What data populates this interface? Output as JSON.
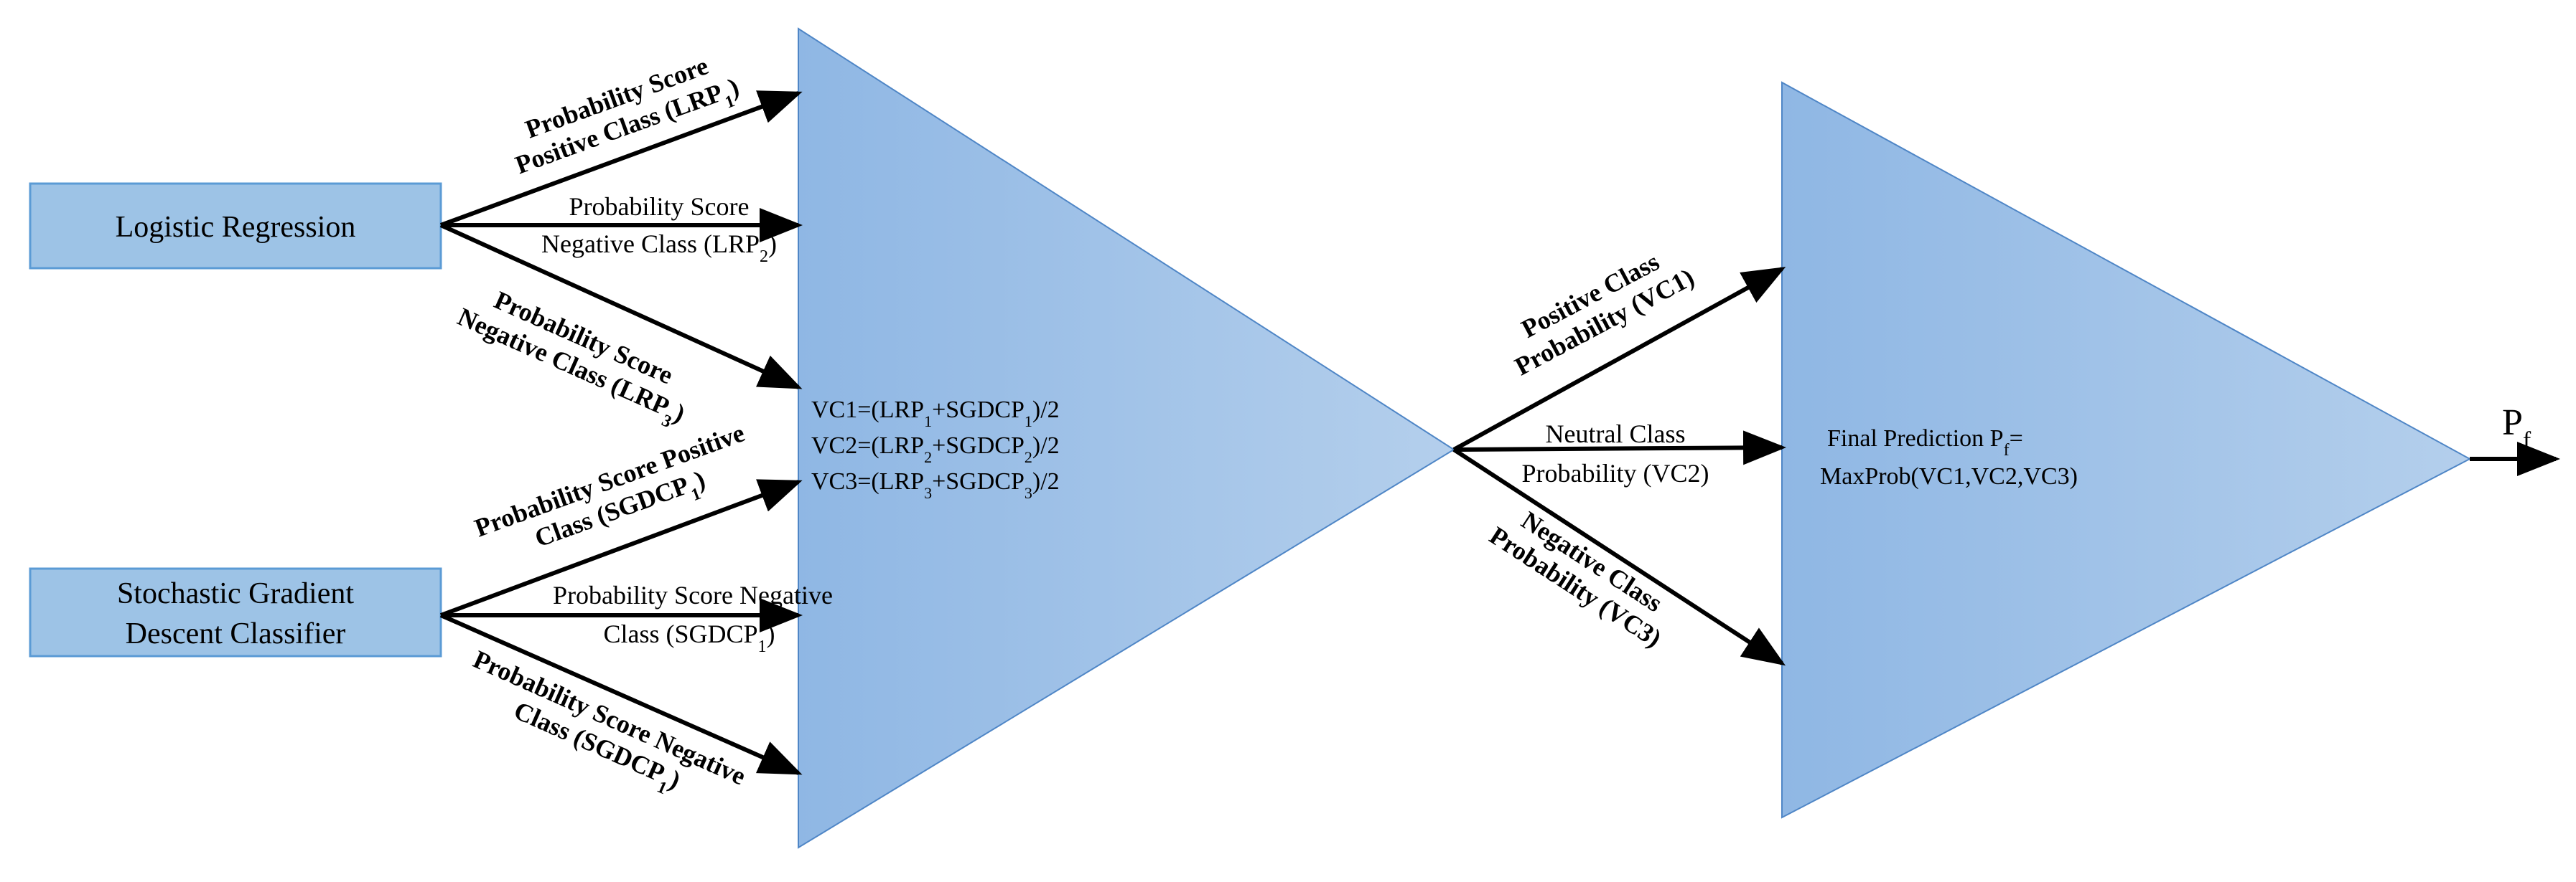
{
  "colors": {
    "box_fill": "#9DC3E6",
    "box_stroke": "#5B9BD5",
    "triangle_dark": "#8FB7E4",
    "triangle_light": "#B4CFEC",
    "triangle_stroke": "#4F86C6",
    "arrow": "#000000"
  },
  "boxes": {
    "logistic_regression": "Logistic Regression",
    "sgd_line1": "Stochastic Gradient",
    "sgd_line2": "Descent Classifier"
  },
  "lr_arrows": {
    "top_line1": "Probability Score",
    "top_line2": "Positive Class (LRP",
    "top_sub": "1",
    "mid_line1": "Probability Score",
    "mid_line2": "Negative Class (LRP",
    "mid_sub": "2",
    "bot_line1": "Probability Score",
    "bot_line2": "Negative Class (LRP",
    "bot_sub": "3"
  },
  "sgd_arrows": {
    "top_line1": "Probability Score Positive",
    "top_line2": "Class (SGDCP",
    "top_sub": "1",
    "mid_line1": "Probability Score Negative",
    "mid_line2": "Class (SGDCP",
    "mid_sub": "1",
    "bot_line1": "Probability Score Negative",
    "bot_line2": "Class (SGDCP",
    "bot_sub": "1"
  },
  "formulas": {
    "vc1_a": "VC1=(LRP",
    "vc1_s1": "1",
    "vc1_b": "+SGDCP",
    "vc1_s2": "1",
    "vc1_c": ")/2",
    "vc2_a": "VC2=(LRP",
    "vc2_s1": "2",
    "vc2_b": "+SGDCP",
    "vc2_s2": "2",
    "vc2_c": ")/2",
    "vc3_a": "VC3=(LRP",
    "vc3_s1": "3",
    "vc3_b": "+SGDCP",
    "vc3_s2": "3",
    "vc3_c": ")/2"
  },
  "vc_arrows": {
    "top_line1": "Positive Class",
    "top_line2": "Probability (VC1)",
    "mid_line1": "Neutral Class",
    "mid_line2": "Probability (VC2)",
    "bot_line1": "Negative Class",
    "bot_line2": "Probability (VC3)"
  },
  "final": {
    "line1": "Final Prediction P",
    "line1_sub": "f",
    "line1_end": "=",
    "line2": "MaxProb(VC1,VC2,VC3)"
  },
  "output": {
    "label": "P",
    "sub": "f"
  }
}
